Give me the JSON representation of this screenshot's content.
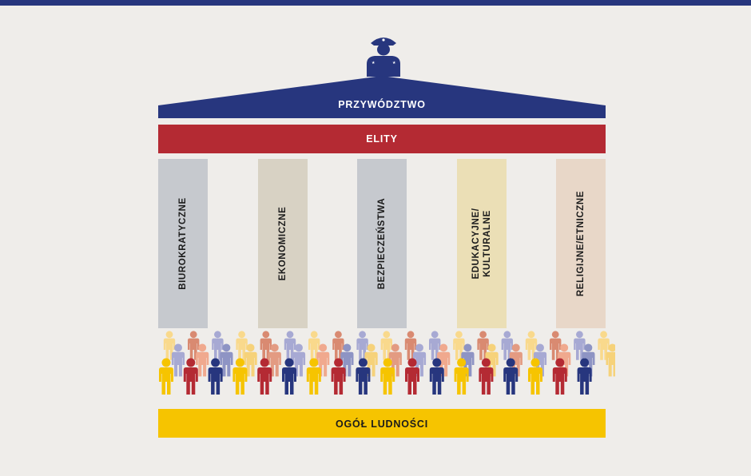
{
  "diagram": {
    "leadership_label": "PRZYWÓDZTWO",
    "elites_label": "ELITY",
    "population_label": "OGÓŁ LUDNOŚCI",
    "leader_icon": "leader-figure-icon",
    "people_icon": "person-icon",
    "pillars": [
      {
        "label": "BIUROKRATYCZNE",
        "color": "#c6c9ce"
      },
      {
        "label": "EKONOMICZNE",
        "color": "#d8d2c4"
      },
      {
        "label": "BEZPIECZEŃSTWA",
        "color": "#c6c9ce"
      },
      {
        "label": "EDUKACYJNE/\nKULTURALNE",
        "color": "#ebdfb6"
      },
      {
        "label": "RELIGIJNE/ETNICZNE",
        "color": "#e8d7c8"
      }
    ],
    "colors": {
      "navy": "#27367e",
      "red": "#b42a33",
      "yellow": "#f6c400",
      "background": "#efedea"
    }
  }
}
